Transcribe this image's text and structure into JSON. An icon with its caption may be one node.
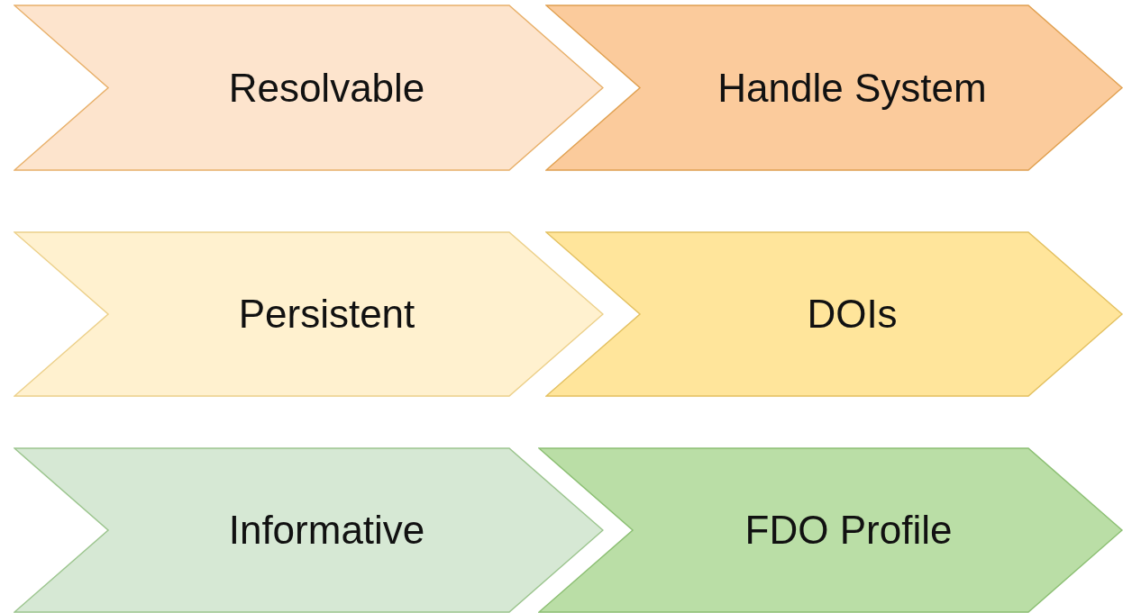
{
  "diagram": {
    "nodes": [
      {
        "text": [
          "Resolvable"
        ]
      },
      {
        "text": [
          "Handle System"
        ]
      },
      {
        "text": [
          "Persistent"
        ]
      },
      {
        "text": [
          "DOIs"
        ]
      },
      {
        "text": [
          "Informative"
        ]
      },
      {
        "text": [
          "FDO Profile"
        ]
      }
    ]
  }
}
